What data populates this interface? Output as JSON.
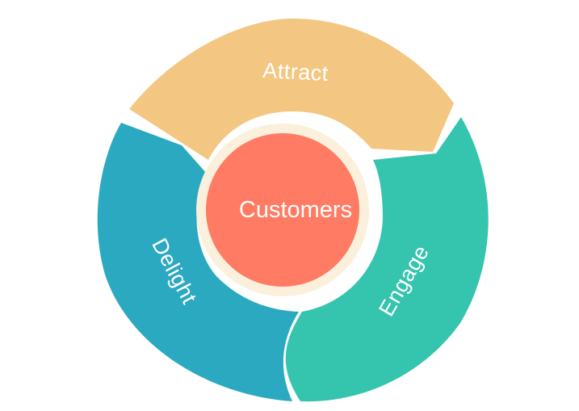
{
  "diagram": {
    "center": {
      "label": "Customers",
      "color": "#FF7B63"
    },
    "segments": [
      {
        "label": "Attract",
        "color": "#F3C682"
      },
      {
        "label": "Engage",
        "color": "#35C4AE"
      },
      {
        "label": "Delight",
        "color": "#2BA9C0"
      }
    ],
    "ring_color": "#FAF0DC"
  }
}
